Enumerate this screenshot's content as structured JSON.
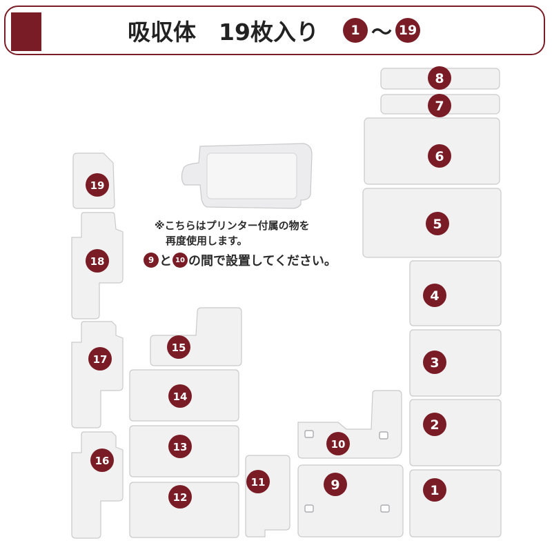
{
  "banner": {
    "title": "吸収体　19枚入り",
    "range_start": "1",
    "range_sep": "～",
    "range_end": "19",
    "color": "#7a1c26"
  },
  "note": {
    "line1": "※こちらはプリンター付属の物を",
    "line2": "再度使用します。",
    "line3_badge_a": "9",
    "line3_mid": "と",
    "line3_badge_b": "10",
    "line3_end": "の間で設置してください。"
  },
  "pads": [
    {
      "number": "1"
    },
    {
      "number": "2"
    },
    {
      "number": "3"
    },
    {
      "number": "4"
    },
    {
      "number": "5"
    },
    {
      "number": "6"
    },
    {
      "number": "7"
    },
    {
      "number": "8"
    },
    {
      "number": "9"
    },
    {
      "number": "10"
    },
    {
      "number": "11"
    },
    {
      "number": "12"
    },
    {
      "number": "13"
    },
    {
      "number": "14"
    },
    {
      "number": "15"
    },
    {
      "number": "16"
    },
    {
      "number": "17"
    },
    {
      "number": "18"
    },
    {
      "number": "19"
    }
  ],
  "icons": {
    "container": "ink-waste-container-icon"
  }
}
